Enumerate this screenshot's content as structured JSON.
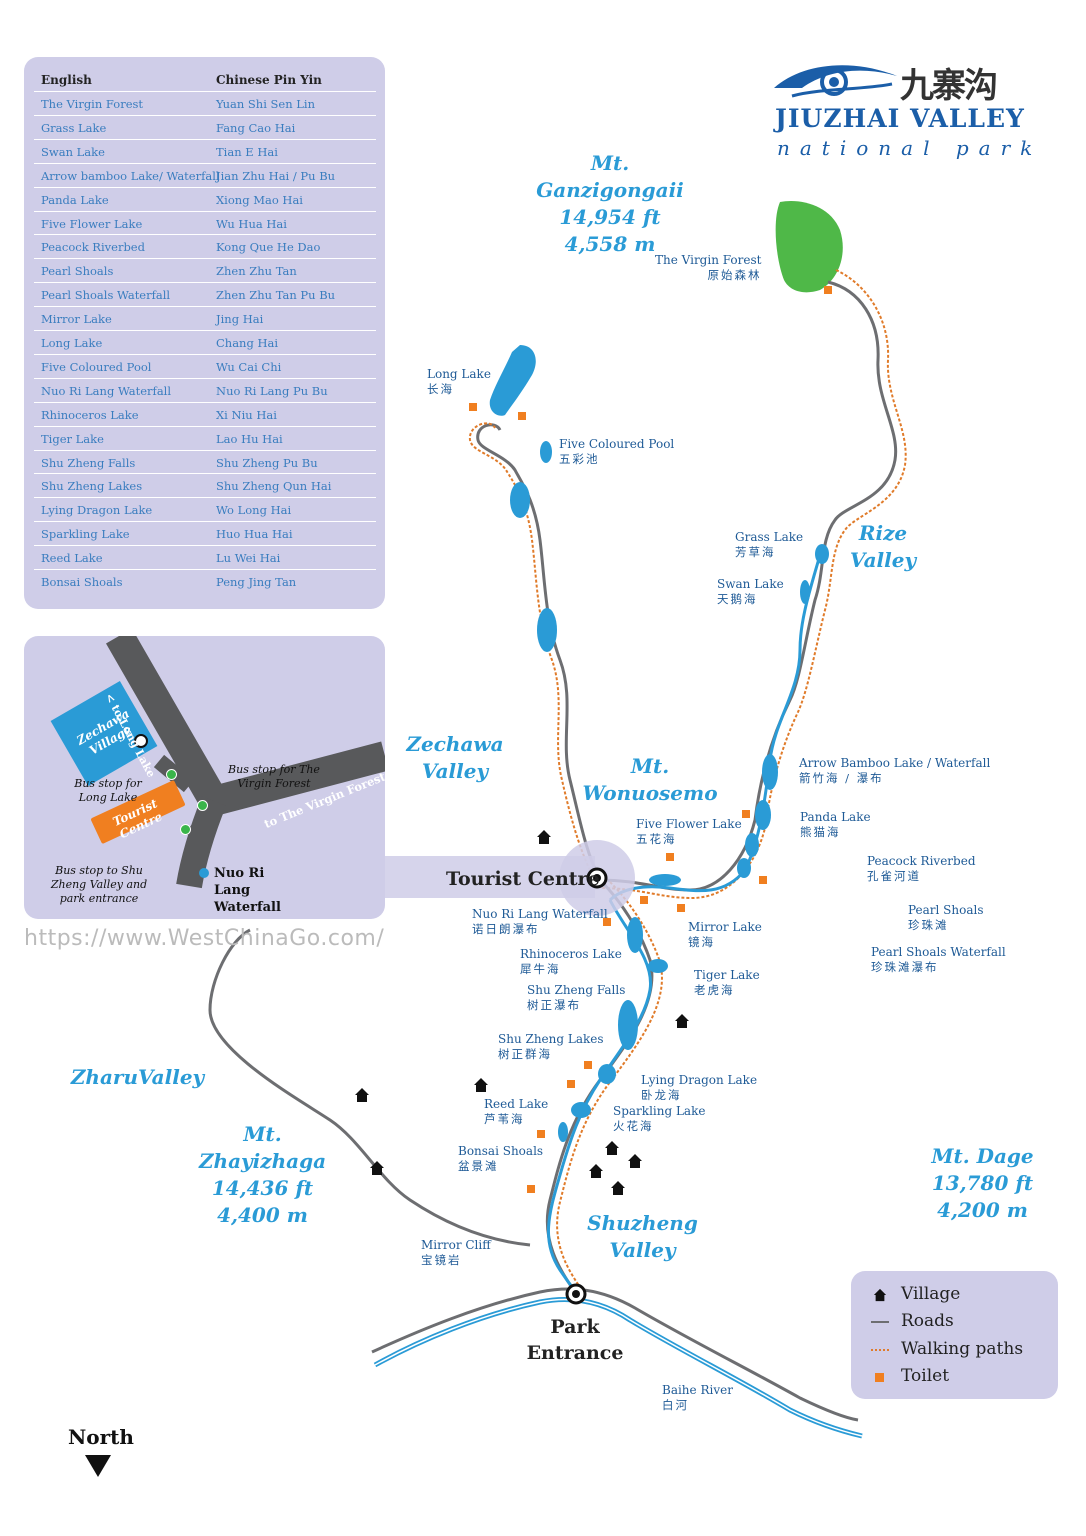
{
  "logo": {
    "title": "JIUZHAI VALLEY",
    "subtitle": "national park",
    "chinese": "九寨沟"
  },
  "glossary": {
    "header_english": "English",
    "header_pinyin": "Chinese Pin Yin",
    "rows": [
      {
        "en": "The Virgin Forest",
        "py": "Yuan Shi Sen Lin"
      },
      {
        "en": "Grass Lake",
        "py": "Fang Cao Hai"
      },
      {
        "en": "Swan Lake",
        "py": "Tian E Hai"
      },
      {
        "en": "Arrow bamboo Lake/ Waterfall",
        "py": "Jian Zhu Hai / Pu Bu"
      },
      {
        "en": "Panda Lake",
        "py": "Xiong Mao Hai"
      },
      {
        "en": "Five Flower Lake",
        "py": "Wu Hua Hai"
      },
      {
        "en": "Peacock Riverbed",
        "py": "Kong Que He Dao"
      },
      {
        "en": "Pearl Shoals",
        "py": "Zhen Zhu Tan"
      },
      {
        "en": "Pearl Shoals Waterfall",
        "py": "Zhen Zhu Tan Pu Bu"
      },
      {
        "en": "Mirror Lake",
        "py": "Jing Hai"
      },
      {
        "en": "Long Lake",
        "py": "Chang Hai"
      },
      {
        "en": "Five Coloured Pool",
        "py": "Wu Cai Chi"
      },
      {
        "en": "Nuo Ri Lang Waterfall",
        "py": "Nuo Ri Lang Pu Bu"
      },
      {
        "en": "Rhinoceros Lake",
        "py": "Xi Niu Hai"
      },
      {
        "en": "Tiger Lake",
        "py": "Lao Hu Hai"
      },
      {
        "en": "Shu Zheng Falls",
        "py": "Shu Zheng Pu Bu"
      },
      {
        "en": "Shu Zheng Lakes",
        "py": "Shu Zheng Qun Hai"
      },
      {
        "en": "Lying Dragon Lake",
        "py": "Wo Long Hai"
      },
      {
        "en": "Sparkling Lake",
        "py": "Huo Hua Hai"
      },
      {
        "en": "Reed Lake",
        "py": "Lu Wei Hai"
      },
      {
        "en": "Bonsai Shoals",
        "py": "Peng Jing Tan"
      }
    ]
  },
  "mountains": {
    "ganzigongaii": {
      "name": "Mt. Ganzigongaii",
      "feet": "14,954 ft",
      "meters": "4,558 m"
    },
    "wonuosemo": {
      "line1": "Mt.",
      "line2": "Wonuosemo"
    },
    "zhayizhaga": {
      "name": "Mt. Zhayizhaga",
      "feet": "14,436 ft",
      "meters": "4,400 m"
    },
    "dage": {
      "name": "Mt. Dage",
      "feet": "13,780 ft",
      "meters": "4,200 m"
    }
  },
  "valleys": {
    "rize": {
      "line1": "Rize",
      "line2": "Valley"
    },
    "zechawa": {
      "line1": "Zechawa",
      "line2": "Valley"
    },
    "zharu": "ZharuValley",
    "shuzheng": {
      "line1": "Shuzheng",
      "line2": "Valley"
    }
  },
  "sites": {
    "virgin_forest": {
      "en": "The Virgin Forest",
      "zh": "原始森林"
    },
    "long_lake": {
      "en": "Long Lake",
      "zh": "长海"
    },
    "five_coloured_pool": {
      "en": "Five Coloured Pool",
      "zh": "五彩池"
    },
    "grass_lake": {
      "en": "Grass Lake",
      "zh": "芳草海"
    },
    "swan_lake": {
      "en": "Swan Lake",
      "zh": "天鹅海"
    },
    "arrow_bamboo": {
      "en": "Arrow Bamboo Lake / Waterfall",
      "zh": "箭竹海 / 瀑布"
    },
    "panda_lake": {
      "en": "Panda Lake",
      "zh": "熊猫海"
    },
    "five_flower_lake": {
      "en": "Five Flower Lake",
      "zh": "五花海"
    },
    "peacock_riverbed": {
      "en": "Peacock Riverbed",
      "zh": "孔雀河道"
    },
    "pearl_shoals": {
      "en": "Pearl Shoals",
      "zh": "珍珠滩"
    },
    "pearl_shoals_waterfall": {
      "en": "Pearl Shoals Waterfall",
      "zh": "珍珠滩瀑布"
    },
    "nuo_ri_lang": {
      "en": "Nuo Ri Lang Waterfall",
      "zh": "诺日朗瀑布"
    },
    "mirror_lake": {
      "en": "Mirror Lake",
      "zh": "镜海"
    },
    "rhinoceros_lake": {
      "en": "Rhinoceros Lake",
      "zh": "犀牛海"
    },
    "tiger_lake": {
      "en": "Tiger Lake",
      "zh": "老虎海"
    },
    "shu_zheng_falls": {
      "en": "Shu Zheng Falls",
      "zh": "树正瀑布"
    },
    "shu_zheng_lakes": {
      "en": "Shu Zheng Lakes",
      "zh": "树正群海"
    },
    "lying_dragon": {
      "en": "Lying Dragon Lake",
      "zh": "卧龙海"
    },
    "sparkling_lake": {
      "en": "Sparkling Lake",
      "zh": "火花海"
    },
    "reed_lake": {
      "en": "Reed Lake",
      "zh": "芦苇海"
    },
    "bonsai_shoals": {
      "en": "Bonsai Shoals",
      "zh": "盆景滩"
    },
    "mirror_cliff": {
      "en": "Mirror Cliff",
      "zh": "宝镜岩"
    },
    "baihe_river": {
      "en": "Baihe River",
      "zh": "白河"
    }
  },
  "tourist_centre": "Tourist Centre",
  "park_entrance": {
    "line1": "Park",
    "line2": "Entrance"
  },
  "inset": {
    "to_long_lake": "< to Long Lake",
    "to_virgin_forest": "to The Virgin Forest >",
    "zechawa_village": "Zechawa Village",
    "tourist_centre": "Tourist Centre",
    "bus_long_lake": "Bus stop for Long Lake",
    "bus_virgin_forest": "Bus stop for The Virgin Forest",
    "bus_shu_zheng": "Bus stop to Shu Zheng Valley and park entrance",
    "nuo_ri_lang": "Nuo Ri Lang Waterfall"
  },
  "watermark": "https://www.WestChinaGo.com/",
  "legend": {
    "village": "Village",
    "roads": "Roads",
    "walking_paths": "Walking paths",
    "toilet": "Toilet"
  },
  "north": "North",
  "colors": {
    "water": "#2a9bd6",
    "road": "#6d6e71",
    "path": "#e07b2a",
    "toilet": "#f07f20",
    "forest": "#4fb848",
    "panel": "#cfcde8",
    "label_blue": "#1e5a96"
  }
}
